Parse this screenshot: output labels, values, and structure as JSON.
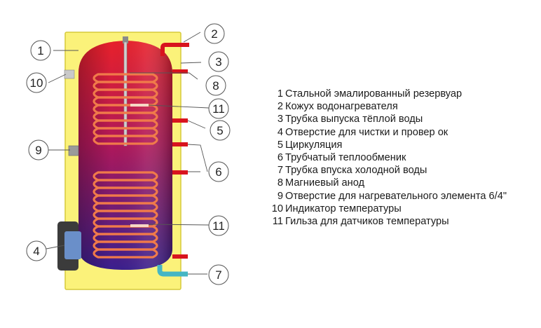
{
  "diagram": {
    "colors": {
      "casing": "#fbf27a",
      "casing_edge": "#d6c93a",
      "tank_top": "#e8212b",
      "tank_bottom": "#3a1f8e",
      "pipe_hot": "#d8141e",
      "pipe_cold": "#45b6c4",
      "heater_port": "#6a8fc9",
      "coil": "#f07a4a",
      "callout_stroke": "#555555"
    },
    "icons": [
      "anode-rod",
      "sensor-sleeve",
      "thermometer-port",
      "heating-element-port"
    ],
    "callouts": [
      {
        "num": "1"
      },
      {
        "num": "2"
      },
      {
        "num": "3"
      },
      {
        "num": "4"
      },
      {
        "num": "5"
      },
      {
        "num": "6"
      },
      {
        "num": "7"
      },
      {
        "num": "8"
      },
      {
        "num": "9"
      },
      {
        "num": "10"
      },
      {
        "num": "11"
      },
      {
        "num": "11"
      }
    ]
  },
  "legend": [
    {
      "num": "1",
      "text": "Стальной эмалированный резервуар"
    },
    {
      "num": "2",
      "text": "Кожух водонагревателя"
    },
    {
      "num": "3",
      "text": "Трубка выпуска тёплой воды"
    },
    {
      "num": "4",
      "text": "Отверстие для чистки и провер ок"
    },
    {
      "num": "5",
      "text": "Циркуляция"
    },
    {
      "num": "6",
      "text": "Трубчатый теплообменик"
    },
    {
      "num": "7",
      "text": "Трубка впуска холодной воды"
    },
    {
      "num": "8",
      "text": "Магниевый анод"
    },
    {
      "num": "9",
      "text": "Отверстие для нагревательного элемента 6/4\""
    },
    {
      "num": "10",
      "text": "Индикатор температуры"
    },
    {
      "num": "11",
      "text": "Гильза для датчиков температуры"
    }
  ]
}
